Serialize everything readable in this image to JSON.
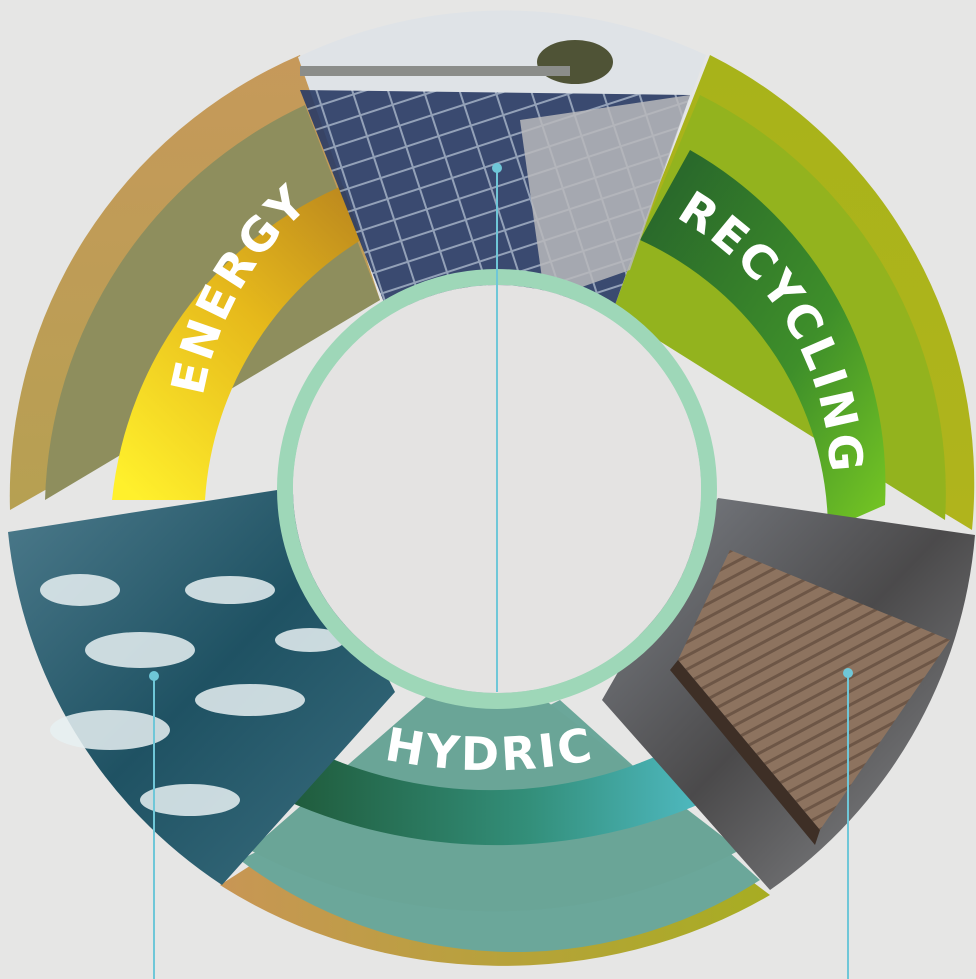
{
  "segments": [
    {
      "key": "energy",
      "label": "ENERGY",
      "photo_icon": "solar-panels-photo"
    },
    {
      "key": "recycling",
      "label": "RECYCLING",
      "photo_icon": "recycled-wood-decking-photo"
    },
    {
      "key": "hydric",
      "label": "HYDRIC",
      "photo_icon": "water-surface-photo"
    }
  ],
  "colors": {
    "background": "#e6e6e5",
    "energy_band": "#f5d61f",
    "recycling_band": "#4e9a2a",
    "hydric_band": "#46adb6",
    "center_ring": "#9ed7b8",
    "center_fill": "#e4e3e2",
    "pointer_line": "#6fc7d8"
  }
}
